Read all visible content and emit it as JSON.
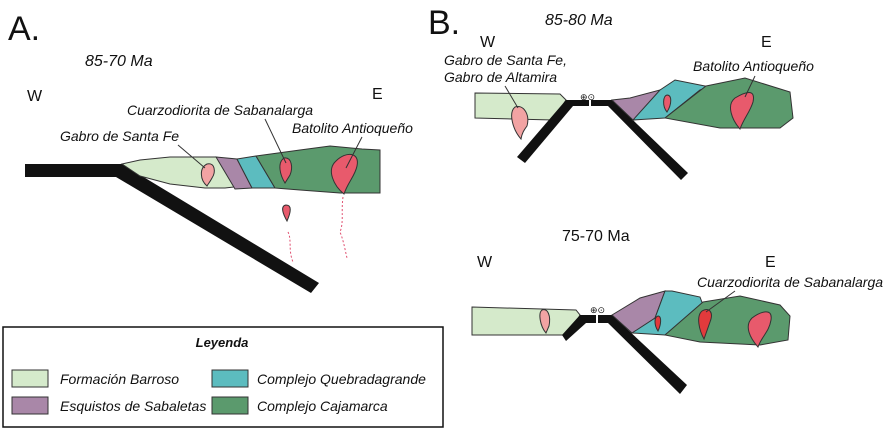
{
  "panel_a": {
    "letter": "A.",
    "age": "85-70 Ma",
    "west": "W",
    "east": "E",
    "labels": {
      "gabro": "Gabro de Santa Fe",
      "cuarzodiorita": "Cuarzodiorita de Sabanalarga",
      "batolito": "Batolito Antioqueño"
    }
  },
  "panel_b_top": {
    "letter": "B.",
    "age": "85-80 Ma",
    "west": "W",
    "east": "E",
    "labels": {
      "gabro_line1": "Gabro de Santa Fe,",
      "gabro_line2": "Gabro de Altamira",
      "batolito": "Batolito Antioqueño"
    },
    "motion_symbol": "⊕⊙"
  },
  "panel_b_bottom": {
    "age": "75-70 Ma",
    "west": "W",
    "east": "E",
    "labels": {
      "cuarzodiorita": "Cuarzodiorita de Sabanalarga"
    },
    "motion_symbol": "⊕⊙"
  },
  "legend": {
    "title": "Leyenda",
    "items": [
      {
        "label": "Formación Barroso",
        "color": "#d5eacb"
      },
      {
        "label": "Esquistos de Sabaletas",
        "color": "#a987a8"
      },
      {
        "label": "Complejo Quebradagrande",
        "color": "#5cbcbf"
      },
      {
        "label": "Complejo Cajamarca",
        "color": "#5b9a6d"
      }
    ]
  },
  "colors": {
    "slab": "#111111",
    "gabro": "#f2a3a3",
    "batolito": "#e85a6c",
    "cuarzodiorita": "#e23a3c"
  }
}
